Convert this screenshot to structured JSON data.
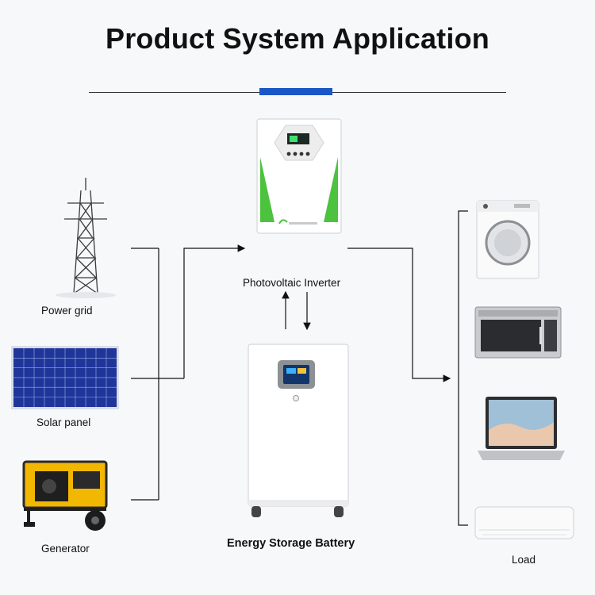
{
  "title": "Product System Application",
  "inputs": [
    "Power grid",
    "Solar panel",
    "Generator"
  ],
  "center": {
    "inverter": "Photovoltaic Inverter",
    "battery": "Energy Storage Battery"
  },
  "output_label": "Load",
  "colors": {
    "accent": "#1a56c6",
    "inverter_green": "#4cc23e",
    "solar_blue": "#233aa0",
    "generator_yellow": "#f2b700"
  }
}
